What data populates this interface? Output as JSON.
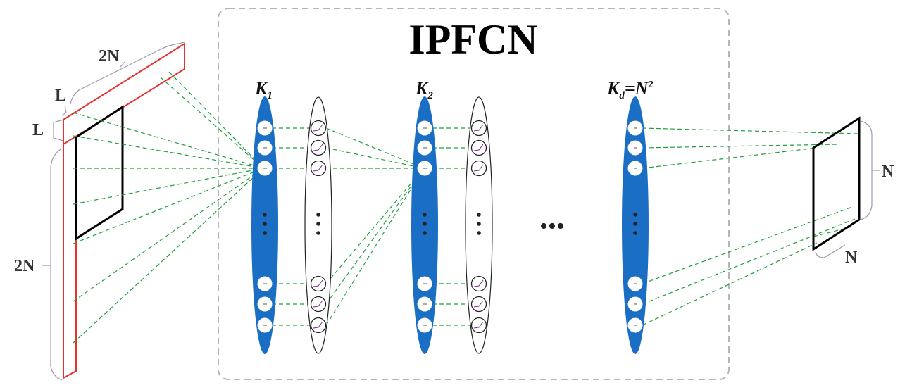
{
  "title": "IPFCN",
  "input_labels": {
    "top_width": "2N",
    "thickness_top": "L",
    "thickness_side": "L",
    "height": "2N"
  },
  "output_labels": {
    "side": "N",
    "bottom": "N"
  },
  "layers": [
    {
      "label_main": "K",
      "label_sub": "1",
      "label_suffix": ""
    },
    {
      "label_main": "K",
      "label_sub": "2",
      "label_suffix": ""
    },
    {
      "label_main": "K",
      "label_sub": "d",
      "label_suffix": "=N",
      "label_sup": "2"
    }
  ],
  "ellipsis": "•••",
  "colors": {
    "layer_fill": "#1a6fc4",
    "connection": "#1ea03c",
    "input_outline": "#e8312f",
    "frame_border": "#b5b5b5"
  }
}
